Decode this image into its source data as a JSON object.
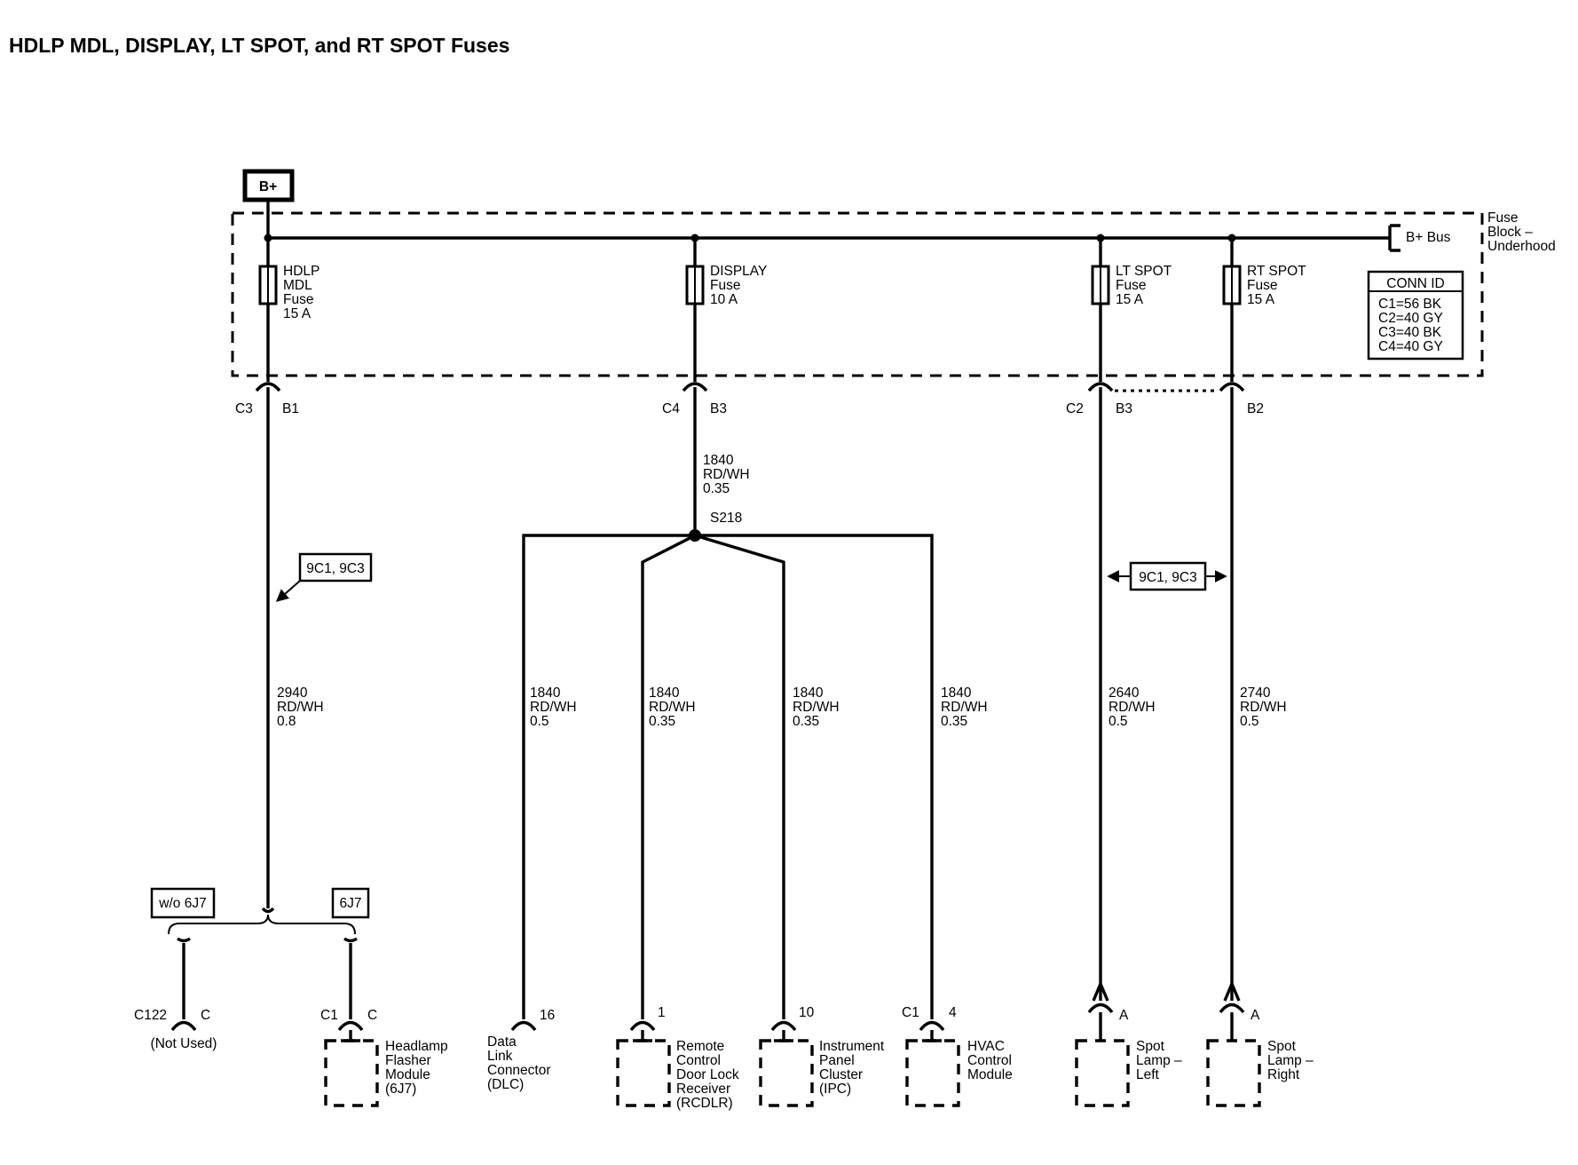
{
  "title": "HDLP MDL, DISPLAY, LT SPOT, and RT SPOT Fuses",
  "power": {
    "label": "B+"
  },
  "fuse_block": {
    "name_lines": [
      "Fuse",
      "Block –",
      "Underhood"
    ],
    "bus_label": "B+ Bus",
    "conn_id": {
      "title": "CONN ID",
      "lines": [
        "C1=56 BK",
        "C2=40 GY",
        "C3=40 BK",
        "C4=40 GY"
      ]
    },
    "fuses": [
      {
        "lines": [
          "HDLP",
          "MDL",
          "Fuse",
          "15 A"
        ],
        "conn": "C3",
        "pin": "B1"
      },
      {
        "lines": [
          "DISPLAY",
          "Fuse",
          "10 A"
        ],
        "conn": "C4",
        "pin": "B3"
      },
      {
        "lines": [
          "LT SPOT",
          "Fuse",
          "15 A"
        ],
        "conn": "C2",
        "pin": "B3"
      },
      {
        "lines": [
          "RT SPOT",
          "Fuse",
          "15 A"
        ],
        "pin": "B2"
      }
    ]
  },
  "splice": {
    "label": "S218",
    "wire": [
      "1840",
      "RD/WH",
      "0.35"
    ]
  },
  "refs": {
    "hdlp": "9C1, 9C3",
    "spot": "9C1, 9C3"
  },
  "options": {
    "without": "w/o 6J7",
    "with": "6J7"
  },
  "wires": {
    "hdlp": [
      "2940",
      "RD/WH",
      "0.8"
    ],
    "dlc": [
      "1840",
      "RD/WH",
      "0.5"
    ],
    "rcdlr": [
      "1840",
      "RD/WH",
      "0.35"
    ],
    "ipc": [
      "1840",
      "RD/WH",
      "0.35"
    ],
    "hvac": [
      "1840",
      "RD/WH",
      "0.35"
    ],
    "lt_spot": [
      "2640",
      "RD/WH",
      "0.5"
    ],
    "rt_spot": [
      "2740",
      "RD/WH",
      "0.5"
    ]
  },
  "terminals": {
    "c122": {
      "conn": "C122",
      "pin": "C",
      "note": "(Not Used)"
    },
    "flasher": {
      "conn": "C1",
      "pin": "C"
    },
    "dlc": {
      "pin": "16"
    },
    "rcdlr": {
      "pin": "1"
    },
    "ipc": {
      "pin": "10"
    },
    "hvac": {
      "conn": "C1",
      "pin": "4"
    },
    "lt_spot": {
      "pin": "A"
    },
    "rt_spot": {
      "pin": "A"
    }
  },
  "components": {
    "flasher": [
      "Headlamp",
      "Flasher",
      "Module",
      "(6J7)"
    ],
    "dlc": [
      "Data",
      "Link",
      "Connector",
      "(DLC)"
    ],
    "rcdlr": [
      "Remote",
      "Control",
      "Door Lock",
      "Receiver",
      "(RCDLR)"
    ],
    "ipc": [
      "Instrument",
      "Panel",
      "Cluster",
      "(IPC)"
    ],
    "hvac": [
      "HVAC",
      "Control",
      "Module"
    ],
    "lt_spot": [
      "Spot",
      "Lamp –",
      "Left"
    ],
    "rt_spot": [
      "Spot",
      "Lamp –",
      "Right"
    ]
  }
}
